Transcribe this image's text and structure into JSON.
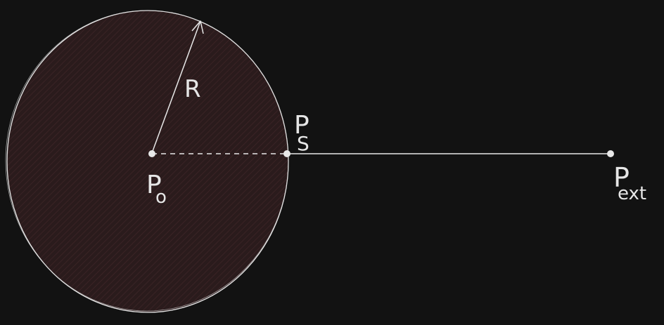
{
  "diagram": {
    "background": "#121212",
    "stroke_color": "#e8e8e8",
    "fill_color": "#2a1b1c",
    "hatch_color": "#3a2325",
    "labels": {
      "radius": "R",
      "center_base": "P",
      "center_sub": "o",
      "surface_base": "P",
      "surface_sub": "S",
      "external_base": "P",
      "external_sub": "ext"
    }
  }
}
